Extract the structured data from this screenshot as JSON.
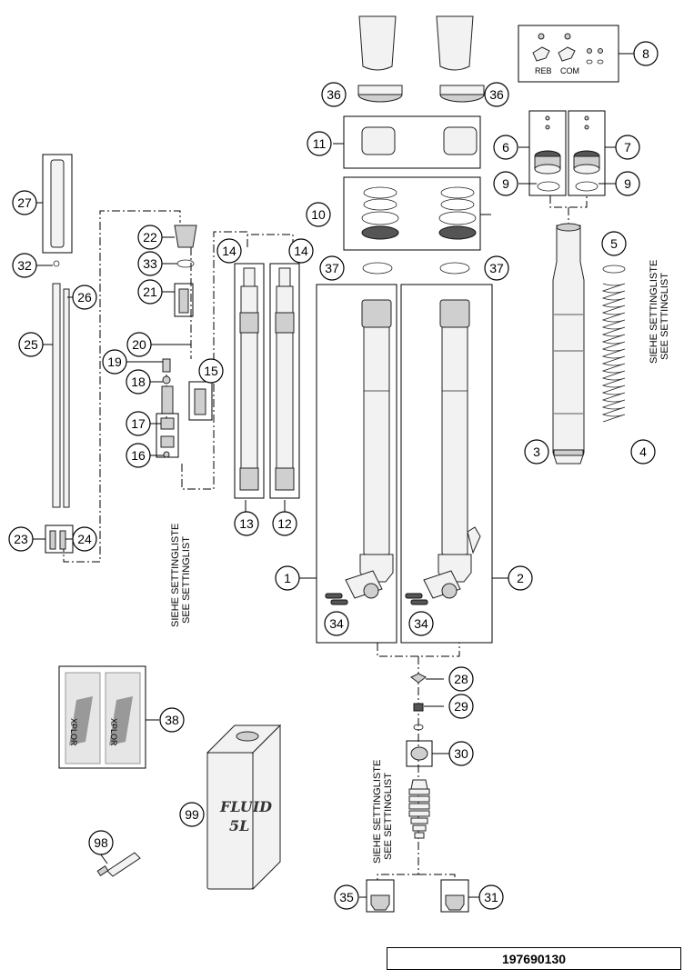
{
  "drawing_number": "197690130",
  "callouts": {
    "c1": "1",
    "c2": "2",
    "c3": "3",
    "c4": "4",
    "c5": "5",
    "c6": "6",
    "c7": "7",
    "c8": "8",
    "c9a": "9",
    "c9b": "9",
    "c10": "10",
    "c11": "11",
    "c12": "12",
    "c13": "13",
    "c14a": "14",
    "c14b": "14",
    "c15": "15",
    "c16": "16",
    "c17": "17",
    "c18": "18",
    "c19": "19",
    "c20": "20",
    "c21": "21",
    "c22": "22",
    "c23": "23",
    "c24": "24",
    "c25": "25",
    "c26": "26",
    "c27": "27",
    "c28": "28",
    "c29": "29",
    "c30": "30",
    "c31": "31",
    "c32": "32",
    "c33": "33",
    "c34a": "34",
    "c34b": "34",
    "c35": "35",
    "c36a": "36",
    "c36b": "36",
    "c37a": "37",
    "c37b": "37",
    "c38": "38",
    "c98": "98",
    "c99": "99"
  },
  "kit_labels": {
    "reb": "REB",
    "com": "COM"
  },
  "setting_notes": {
    "line1": "SIEHE SETTINGLISTE",
    "line2": "SEE SETTINGLIST"
  },
  "fluid_can": {
    "line1": "FLUID",
    "line2": "5L"
  },
  "sticker_text": "XPLOR"
}
